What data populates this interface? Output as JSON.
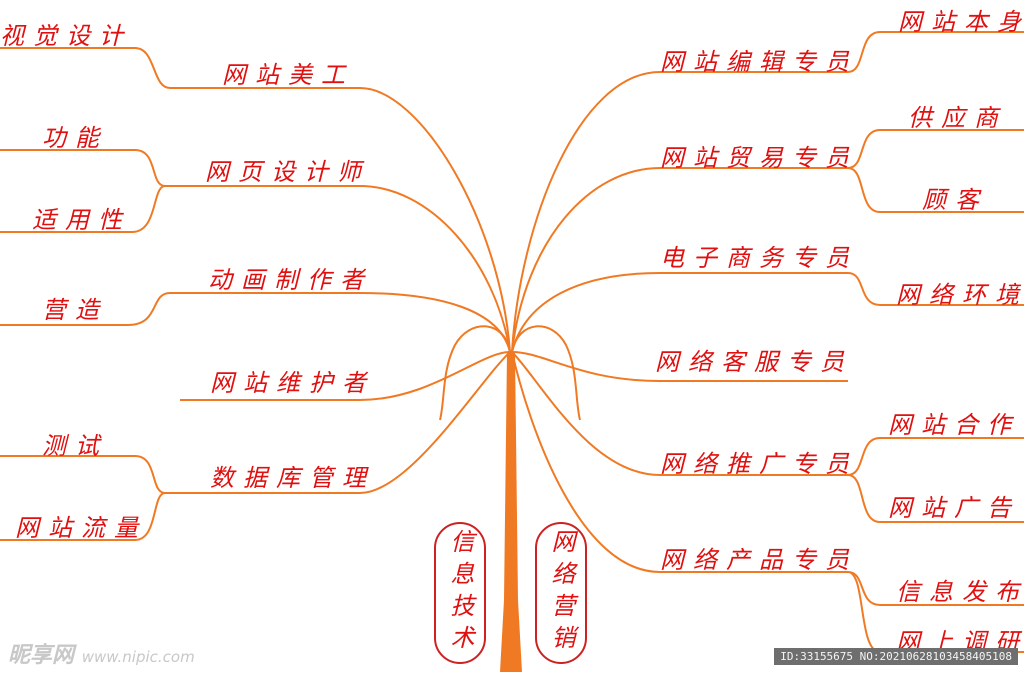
{
  "colors": {
    "line": "#f07a24",
    "text": "#e01010",
    "box_border": "#cc2222"
  },
  "left_branches": [
    {
      "label": "网站美工",
      "children": [
        "视觉设计"
      ]
    },
    {
      "label": "网页设计师",
      "children": [
        "功能",
        "适用性"
      ]
    },
    {
      "label": "动画制作者",
      "children": [
        "营造"
      ]
    },
    {
      "label": "网站维护者",
      "children": []
    },
    {
      "label": "数据库管理",
      "children": [
        "测试",
        "网站流量"
      ]
    }
  ],
  "right_branches": [
    {
      "label": "网站编辑专员",
      "children": [
        "网站本身"
      ]
    },
    {
      "label": "网站贸易专员",
      "children": [
        "供应商",
        "顾客"
      ]
    },
    {
      "label": "电子商务专员",
      "children": [
        "网络环境"
      ]
    },
    {
      "label": "网络客服专员",
      "children": []
    },
    {
      "label": "网络推广专员",
      "children": [
        "网站合作",
        "网站广告"
      ]
    },
    {
      "label": "网络产品专员",
      "children": [
        "信息发布",
        "网上调研"
      ]
    }
  ],
  "roots": {
    "left": "信息技术",
    "right": "网络营销"
  },
  "watermark": {
    "logo": "昵享网",
    "url": "www.nipic.com"
  },
  "image_id": "ID:33155675 NO:20210628103458405108"
}
